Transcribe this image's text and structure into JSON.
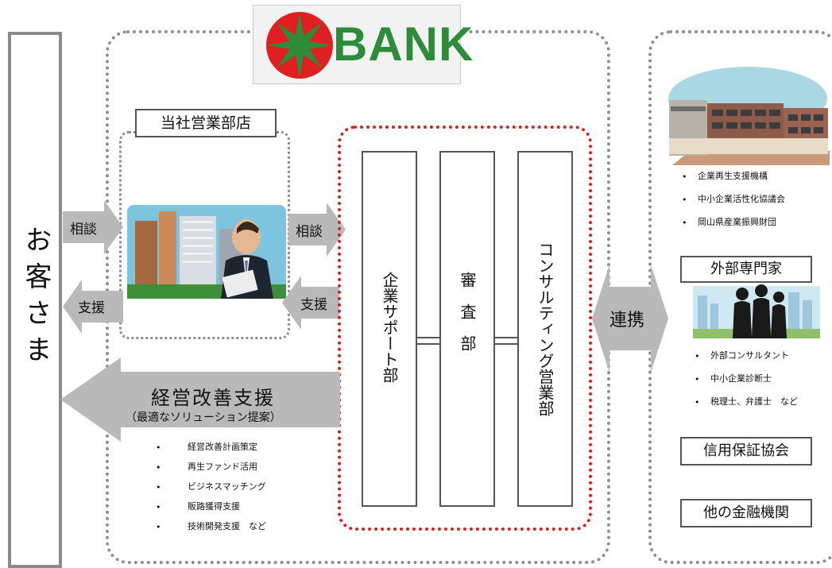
{
  "customer": {
    "label": "お客さま"
  },
  "bank": {
    "logo_text": "BANK",
    "logo_star_color": "#e02020",
    "logo_text_color": "#2e8b3a"
  },
  "branch": {
    "label": "当社営業部店"
  },
  "arrows": {
    "consult_left": "相談",
    "support_left": "支援",
    "consult_right": "相談",
    "support_right": "支援",
    "improve_title": "経営改善支援",
    "improve_sub": "（最適なソリューション提案）",
    "link": "連携"
  },
  "improve_items": [
    "経営改善計画策定",
    "再生ファンド活用",
    "ビジネスマッチング",
    "販路獲得支援",
    "技術開発支援　など"
  ],
  "departments": [
    {
      "label": "企業サポート部"
    },
    {
      "label": "審　査　部"
    },
    {
      "label": "コンサルティング営業部"
    }
  ],
  "partners": {
    "orgs": [
      "企業再生支援機構",
      "中小企業活性化協議会",
      "岡山県産業振興財団"
    ],
    "experts_title": "外部専門家",
    "experts_items": [
      "外部コンサルタント",
      "中小企業診断士",
      "税理士、弁護士　など"
    ],
    "guarantee": "信用保証協会",
    "other_banks": "他の金融機関"
  },
  "colors": {
    "arrow_gray": "#b9b9b9",
    "dotted_gray": "#8e8e8e",
    "dotted_red": "#d91f1f",
    "box_border": "#555555"
  }
}
